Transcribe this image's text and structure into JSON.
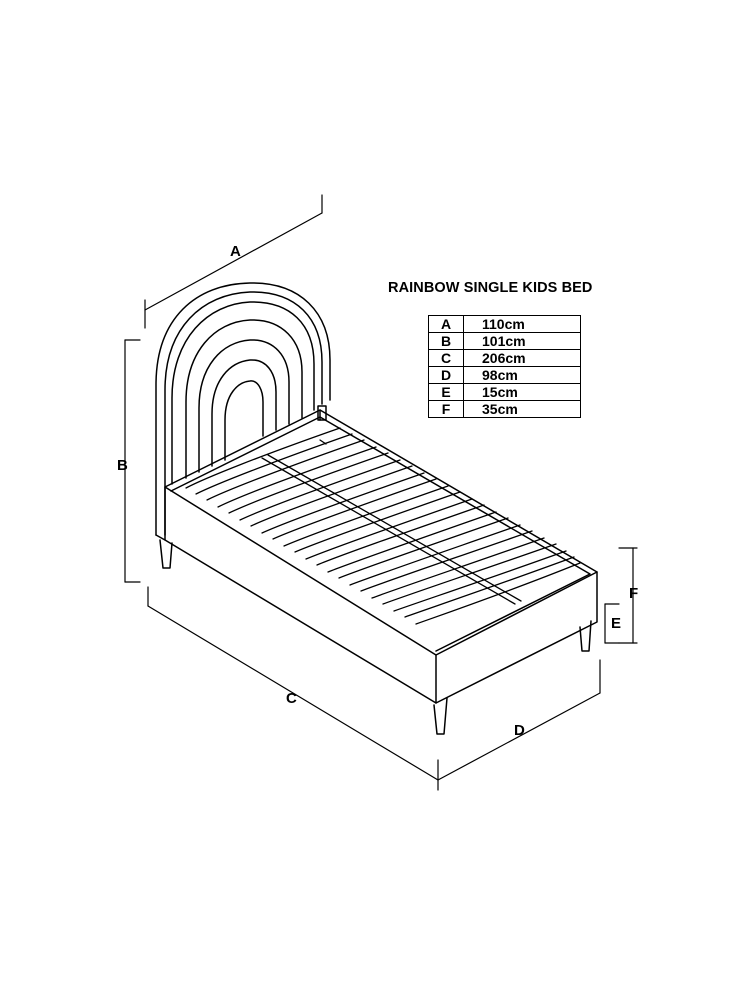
{
  "title": "RAINBOW SINGLE KIDS BED",
  "dimensions": [
    {
      "label": "A",
      "value": "110cm"
    },
    {
      "label": "B",
      "value": "101cm"
    },
    {
      "label": "C",
      "value": "206cm"
    },
    {
      "label": "D",
      "value": "98cm"
    },
    {
      "label": "E",
      "value": "15cm"
    },
    {
      "label": "F",
      "value": "35cm"
    }
  ],
  "callouts": {
    "a": "A",
    "b": "B",
    "c": "C",
    "d": "D",
    "e": "E",
    "f": "F"
  }
}
